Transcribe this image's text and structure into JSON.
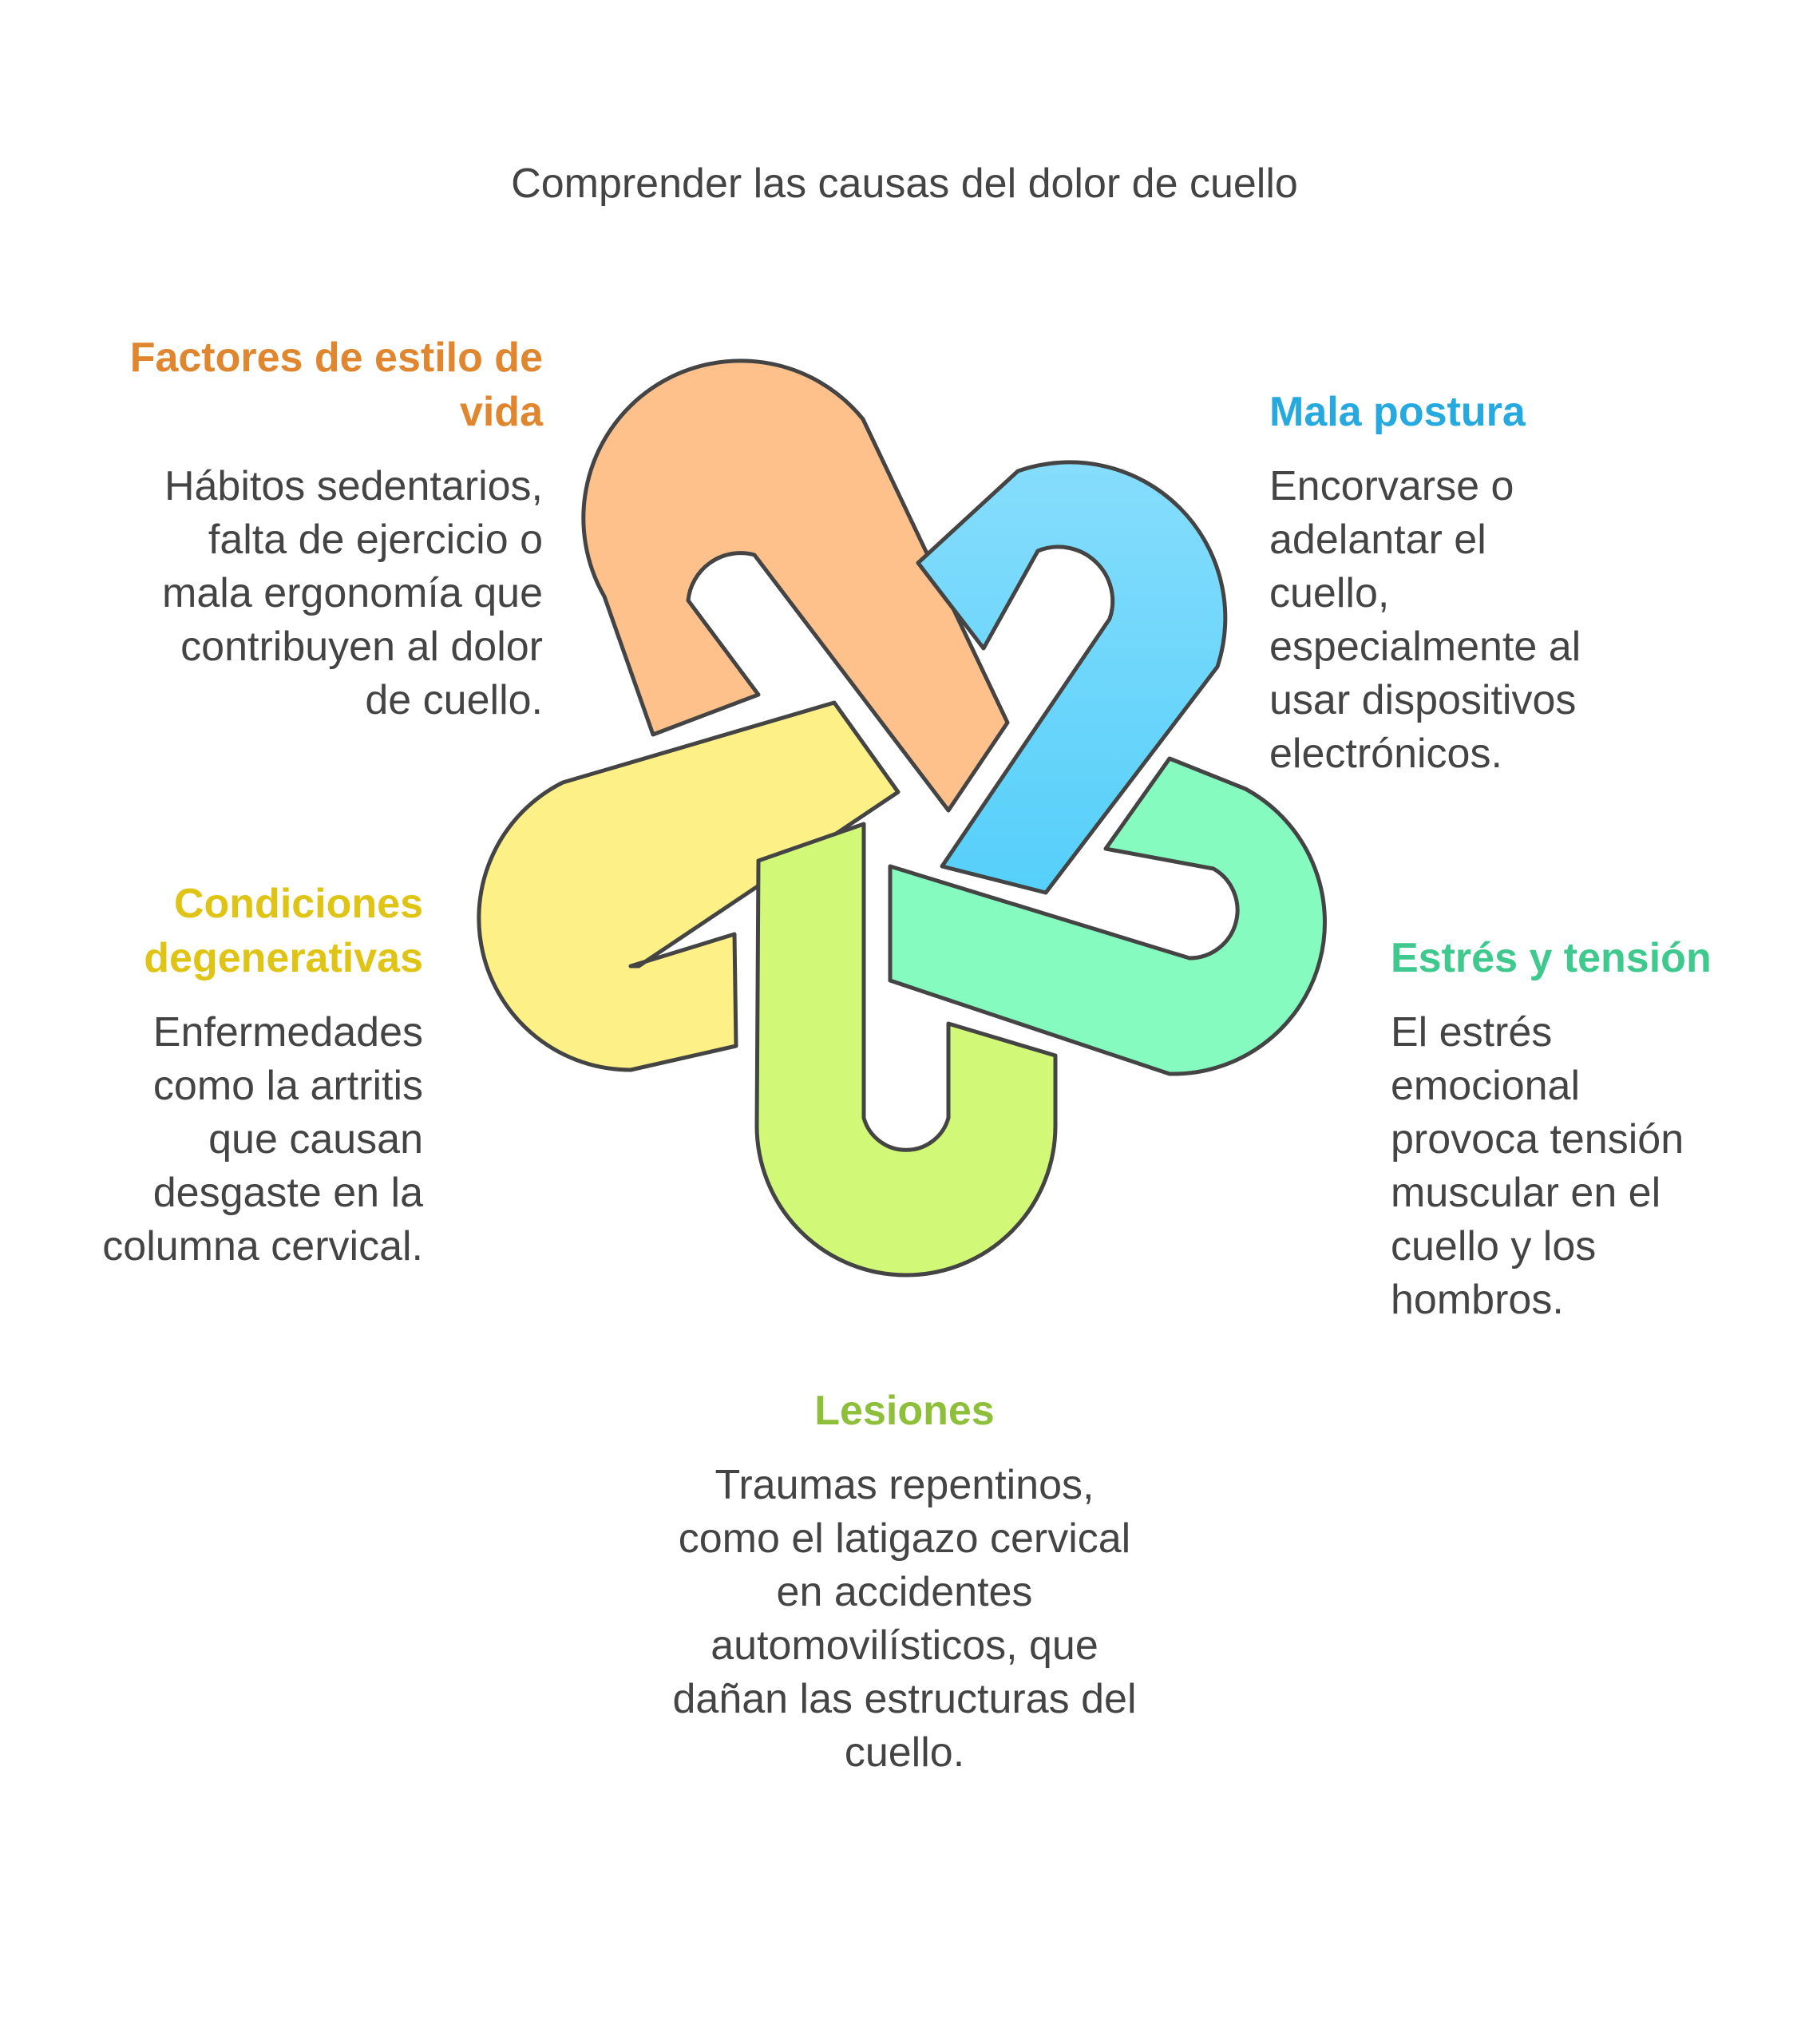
{
  "title": "Comprender las causas del dolor de cuello",
  "colors": {
    "lifestyle": "#E0862E",
    "posture": "#26A9DE",
    "stress": "#3FC98E",
    "injuries": "#8DBF3A",
    "degenerative": "#E0C415",
    "text": "#444444",
    "stroke": "#444444"
  },
  "causes": {
    "lifestyle": {
      "heading": "Factores de estilo de vida",
      "description": "Hábitos sedentarios,\nfalta de ejercicio o\nmala ergonomía que\ncontribuyen al dolor\nde cuello."
    },
    "posture": {
      "heading": "Mala postura",
      "description": "Encorvarse o\nadelantar el\ncuello,\nespecialmente al\nusar dispositivos\nelectrónicos."
    },
    "stress": {
      "heading": "Estrés y tensión",
      "description": "El estrés\nemocional\nprovoca tensión\nmuscular en el\ncuello y los\nhombros."
    },
    "degenerative": {
      "heading": "Condiciones degenerativas",
      "description": "Enfermedades\ncomo la artritis\nque causan\ndesgaste en la\ncolumna cervical."
    },
    "injuries": {
      "heading": "Lesiones",
      "description": "Traumas repentinos,\ncomo el latigazo cervical\nen accidentes\nautomovilísticos, que\ndañan las estructuras del\ncuello."
    }
  }
}
